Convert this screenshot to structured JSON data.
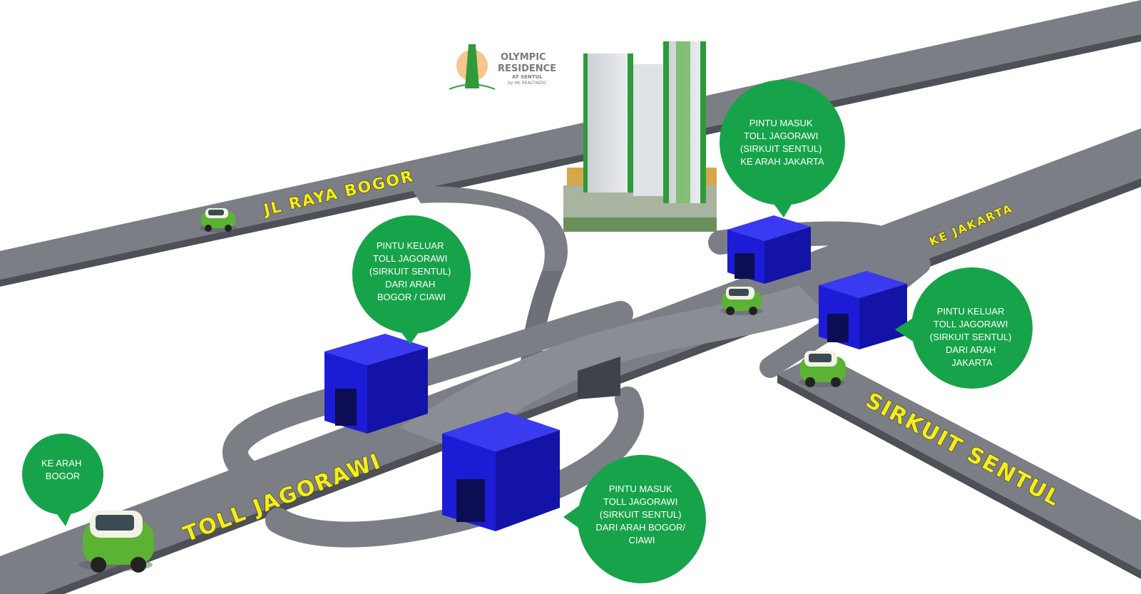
{
  "logo": {
    "title_line1": "OLYMPIC",
    "title_line2": "RESIDENCE",
    "subtitle": "AT SENTUL",
    "by": "by HK REALTINDO"
  },
  "roads": {
    "jl_raya_bogor": "JL RAYA BOGOR",
    "toll_jagorawi": "TOLL JAGORAWI",
    "sirkuit_sentul": "SIRKUIT SENTUL",
    "ke_jakarta": "KE JAKARTA"
  },
  "callouts": {
    "ke_arah_bogor": [
      "KE ARAH",
      "BOGOR"
    ],
    "pintu_keluar_bogor": [
      "PINTU KELUAR",
      "TOLL JAGORAWI",
      "(SIRKUIT SENTUL)",
      "DARI ARAH",
      "BOGOR / CIAWI"
    ],
    "pintu_masuk_jakarta": [
      "PINTU MASUK",
      "TOLL JAGORAWI",
      "(SIRKUIT SENTUL)",
      "KE ARAH JAKARTA"
    ],
    "pintu_keluar_jakarta": [
      "PINTU KELUAR",
      "TOLL JAGORAWI",
      "(SIRKUIT SENTUL)",
      "DARI ARAH",
      "JAKARTA"
    ],
    "pintu_masuk_bogor": [
      "PINTU MASUK",
      "TOLL JAGORAWI",
      "(SIRKUIT SENTUL)",
      "DARI ARAH BOGOR/",
      "CIAWI"
    ]
  },
  "colors": {
    "road_top": "#7b7e85",
    "road_side": "#4d5057",
    "callout": "#17a34a",
    "gate_front": "#1c1cd6",
    "gate_top": "#3a3af0",
    "gate_side": "#1313a8",
    "label": "#f5ec1e",
    "car_body": "#5bb233",
    "car_light": "#f2f2e6"
  }
}
